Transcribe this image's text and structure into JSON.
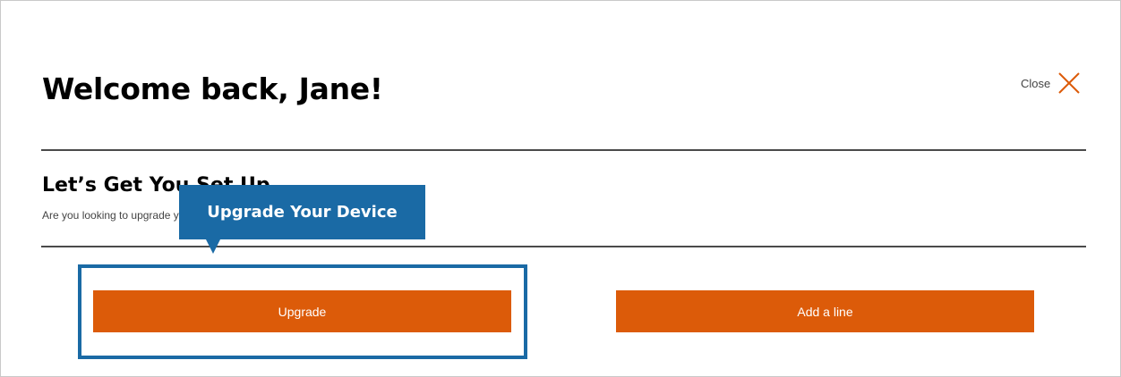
{
  "header": {
    "title": "Welcome back, Jane!",
    "close_label": "Close"
  },
  "setup": {
    "title": "Let’s Get You Set Up",
    "subtitle": "Are you looking to upgrade your device or add a new line?"
  },
  "actions": {
    "upgrade_label": "Upgrade",
    "add_line_label": "Add a line"
  },
  "callout": {
    "text": "Upgrade Your Device"
  },
  "colors": {
    "accent": "#dc5b09",
    "callout": "#1a6aa5",
    "divider": "#4a4a4a"
  },
  "icons": {
    "close": "close-icon"
  }
}
